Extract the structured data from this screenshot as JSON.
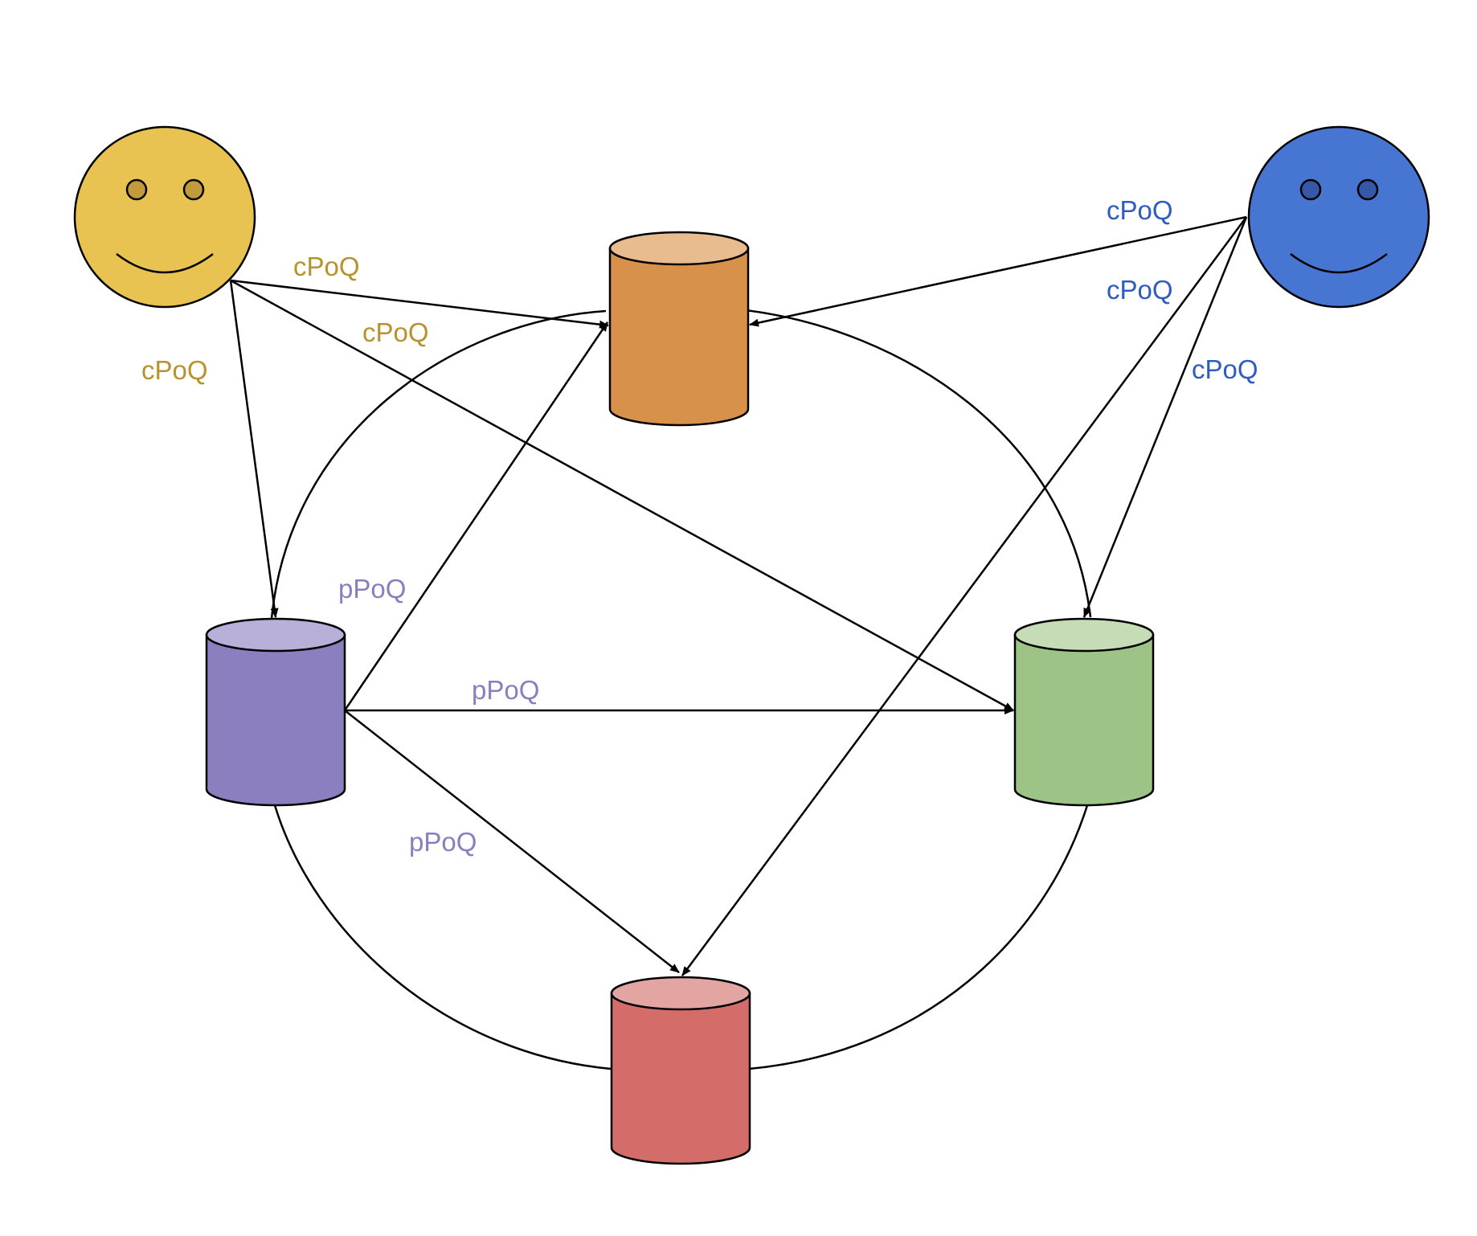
{
  "colors": {
    "client_a": "#E8C351",
    "client_a_eye": "#C39A3B",
    "client_a_label": "#B8922E",
    "client_b": "#4676D2",
    "client_b_eye": "#3558A8",
    "client_b_label": "#2F5CC0",
    "ppoq_label": "#8A7EBF",
    "db_top_body": "#D8914B",
    "db_top_cap": "#E8BC8E",
    "db_left_body": "#8B7FBF",
    "db_left_cap": "#B8B0D9",
    "db_right_body": "#9EC386",
    "db_right_cap": "#C5DCB6",
    "db_bottom_body": "#D46D69",
    "db_bottom_cap": "#E3A5A2"
  },
  "nodes": {
    "client_a": {
      "icon": "smiley-face-icon"
    },
    "client_b": {
      "icon": "smiley-face-icon"
    },
    "db_top": {
      "icon": "database-cylinder-icon"
    },
    "db_left": {
      "icon": "database-cylinder-icon"
    },
    "db_right": {
      "icon": "database-cylinder-icon"
    },
    "db_bottom": {
      "icon": "database-cylinder-icon"
    }
  },
  "edges": {
    "a_to_top": {
      "label": "cPoQ"
    },
    "a_to_right": {
      "label": "cPoQ"
    },
    "a_to_left": {
      "label": "cPoQ"
    },
    "b_to_top": {
      "label": "cPoQ"
    },
    "b_to_bottom": {
      "label": "cPoQ"
    },
    "b_to_right": {
      "label": "cPoQ"
    },
    "left_to_top": {
      "label": "pPoQ"
    },
    "left_to_right": {
      "label": "pPoQ"
    },
    "left_to_bottom": {
      "label": "pPoQ"
    }
  }
}
